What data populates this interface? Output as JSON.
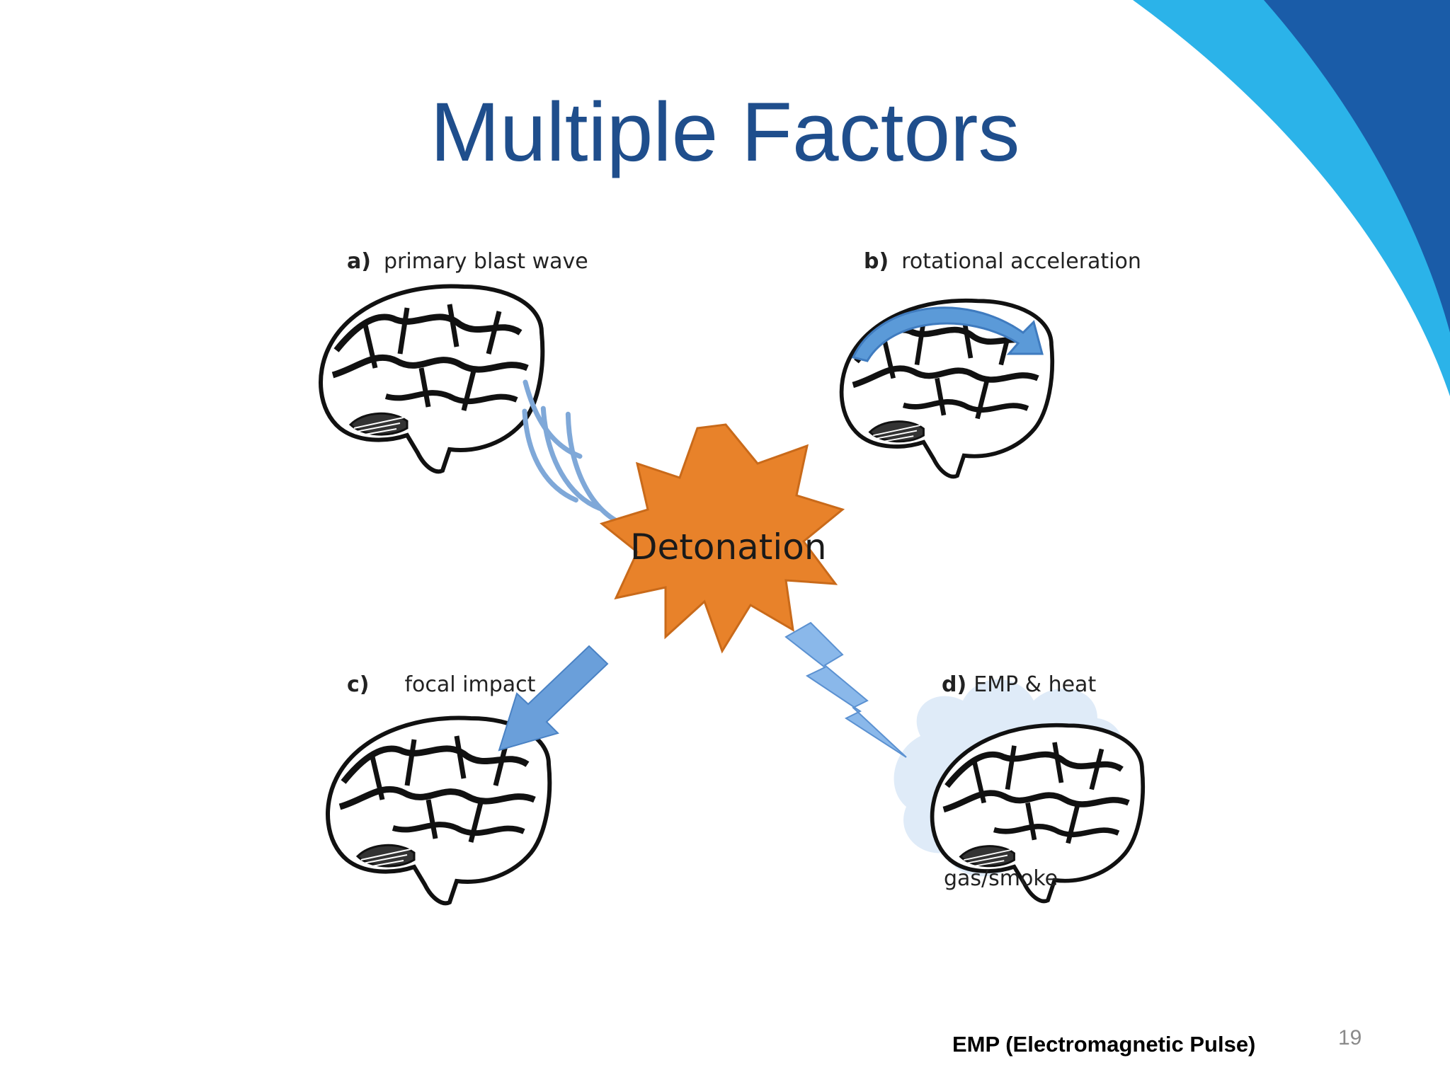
{
  "slide": {
    "title": "Multiple Factors",
    "footnote": "EMP (Electromagnetic Pulse)",
    "page_number": "19",
    "accent_colors": {
      "title": "#1f4e8c",
      "corner_light": "#29b4e8",
      "corner_dark": "#1a5ca8"
    }
  },
  "diagram": {
    "center_label": "Detonation",
    "center_color": "#e8822a",
    "panels": [
      {
        "letter": "a)",
        "text": "primary blast wave",
        "icon": "brain-icon"
      },
      {
        "letter": "b)",
        "text": "rotational acceleration",
        "icon": "brain-icon"
      },
      {
        "letter": "c)",
        "text": "focal impact",
        "icon": "brain-icon"
      },
      {
        "letter": "d)",
        "text": "EMP & heat",
        "icon": "brain-icon"
      }
    ],
    "cloud_label": "gas/smoke"
  }
}
